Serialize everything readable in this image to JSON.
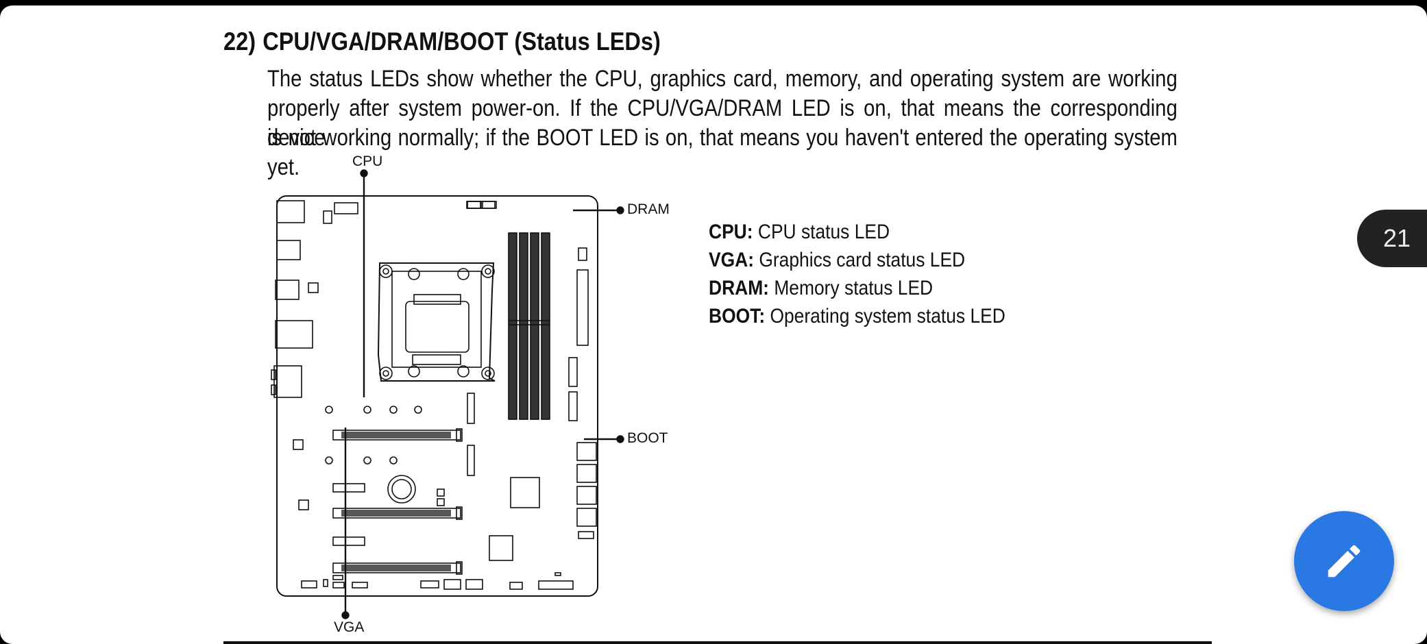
{
  "section": {
    "number": "22)",
    "title": "CPU/VGA/DRAM/BOOT (Status LEDs)",
    "paragraph_lines": [
      "The status LEDs show whether the CPU, graphics card, memory, and operating system are working",
      "properly after system power-on. If the CPU/VGA/DRAM LED is on, that means the corresponding device",
      "is not working normally; if the BOOT LED is on, that means you haven't entered the operating system yet."
    ]
  },
  "diagram": {
    "callouts": {
      "cpu": "CPU",
      "dram": "DRAM",
      "boot": "BOOT",
      "vga": "VGA"
    }
  },
  "legend": [
    {
      "term": "CPU:",
      "desc": " CPU status LED"
    },
    {
      "term": "VGA:",
      "desc": " Graphics card status LED"
    },
    {
      "term": "DRAM:",
      "desc": " Memory status LED"
    },
    {
      "term": "BOOT:",
      "desc": " Operating system status LED"
    }
  ],
  "page_number": "21",
  "icons": {
    "fab": "pencil-icon"
  },
  "colors": {
    "fab": "#2a78e4",
    "badge": "#222222"
  }
}
